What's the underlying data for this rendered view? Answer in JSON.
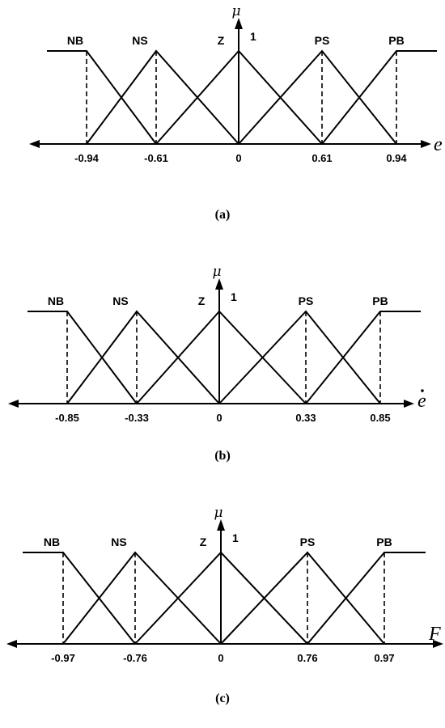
{
  "panels": [
    {
      "caption": "(a)",
      "variable": "e",
      "variable_dot": false,
      "mu_label": "μ",
      "peak_label": "1",
      "sets": [
        "NB",
        "NS",
        "Z",
        "PS",
        "PB"
      ],
      "ticks": [
        "-0.94",
        "-0.61",
        "0",
        "0.61",
        "0.94"
      ],
      "breakpoints": [
        -0.94,
        -0.61,
        0,
        0.61,
        0.94
      ]
    },
    {
      "caption": "(b)",
      "variable": "e",
      "variable_dot": true,
      "mu_label": "μ",
      "peak_label": "1",
      "sets": [
        "NB",
        "NS",
        "Z",
        "PS",
        "PB"
      ],
      "ticks": [
        "-0.85",
        "-0.33",
        "0",
        "0.33",
        "0.85"
      ],
      "breakpoints": [
        -0.85,
        -0.33,
        0,
        0.33,
        0.85
      ]
    },
    {
      "caption": "(c)",
      "variable": "F",
      "variable_dot": false,
      "mu_label": "μ",
      "peak_label": "1",
      "sets": [
        "NB",
        "NS",
        "Z",
        "PS",
        "PB"
      ],
      "ticks": [
        "-0.97",
        "-0.76",
        "0",
        "0.76",
        "0.97"
      ],
      "breakpoints": [
        -0.97,
        -0.76,
        0,
        0.76,
        0.97
      ]
    }
  ]
}
